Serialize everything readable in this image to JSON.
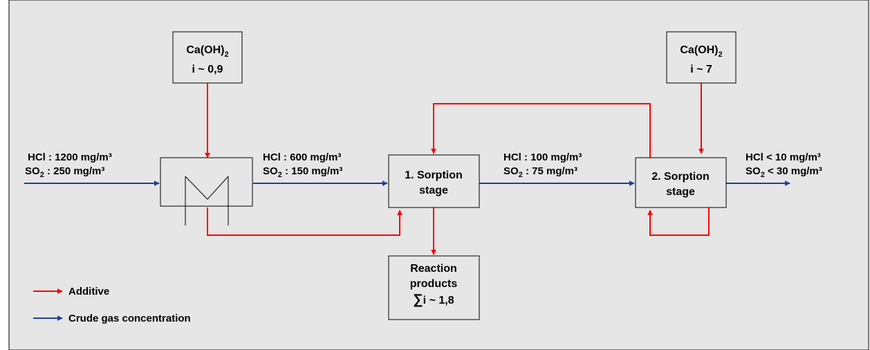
{
  "colors": {
    "additive": "#ff0000",
    "crude_gas": "#1f3d99",
    "background": "#e6e6e6"
  },
  "reagent_left": {
    "formula": "Ca(OH)",
    "subscript": "2",
    "ratio": "i ~ 0,9"
  },
  "reagent_right": {
    "formula": "Ca(OH)",
    "subscript": "2",
    "ratio": "i ~ 7"
  },
  "inlet": {
    "hcl": "HCl  :  1200 mg/m³",
    "so2_prefix": "SO",
    "so2_sub": "2",
    "so2_value": " :    250 mg/m³"
  },
  "after_filter": {
    "hcl": "HCl  :  600 mg/m³",
    "so2_prefix": "SO",
    "so2_sub": "2",
    "so2_value": " :  150 mg/m³"
  },
  "after_stage1": {
    "hcl": "HCl  :  100 mg/m³",
    "so2_prefix": "SO",
    "so2_sub": "2",
    "so2_value": " :    75 mg/m³"
  },
  "outlet": {
    "hcl": "HCl  < 10 mg/m³",
    "so2_prefix": "SO",
    "so2_sub": "2",
    "so2_value": " < 30 mg/m³"
  },
  "stage1": {
    "line1": "1. Sorption",
    "line2": "stage"
  },
  "stage2": {
    "line1": "2. Sorption",
    "line2": "stage"
  },
  "products": {
    "line1": "Reaction",
    "line2": "products",
    "sum_symbol": "∑",
    "line3": "i ~ 1,8"
  },
  "legend": {
    "additive": "Additive",
    "crude_gas": "Crude gas concentration"
  }
}
